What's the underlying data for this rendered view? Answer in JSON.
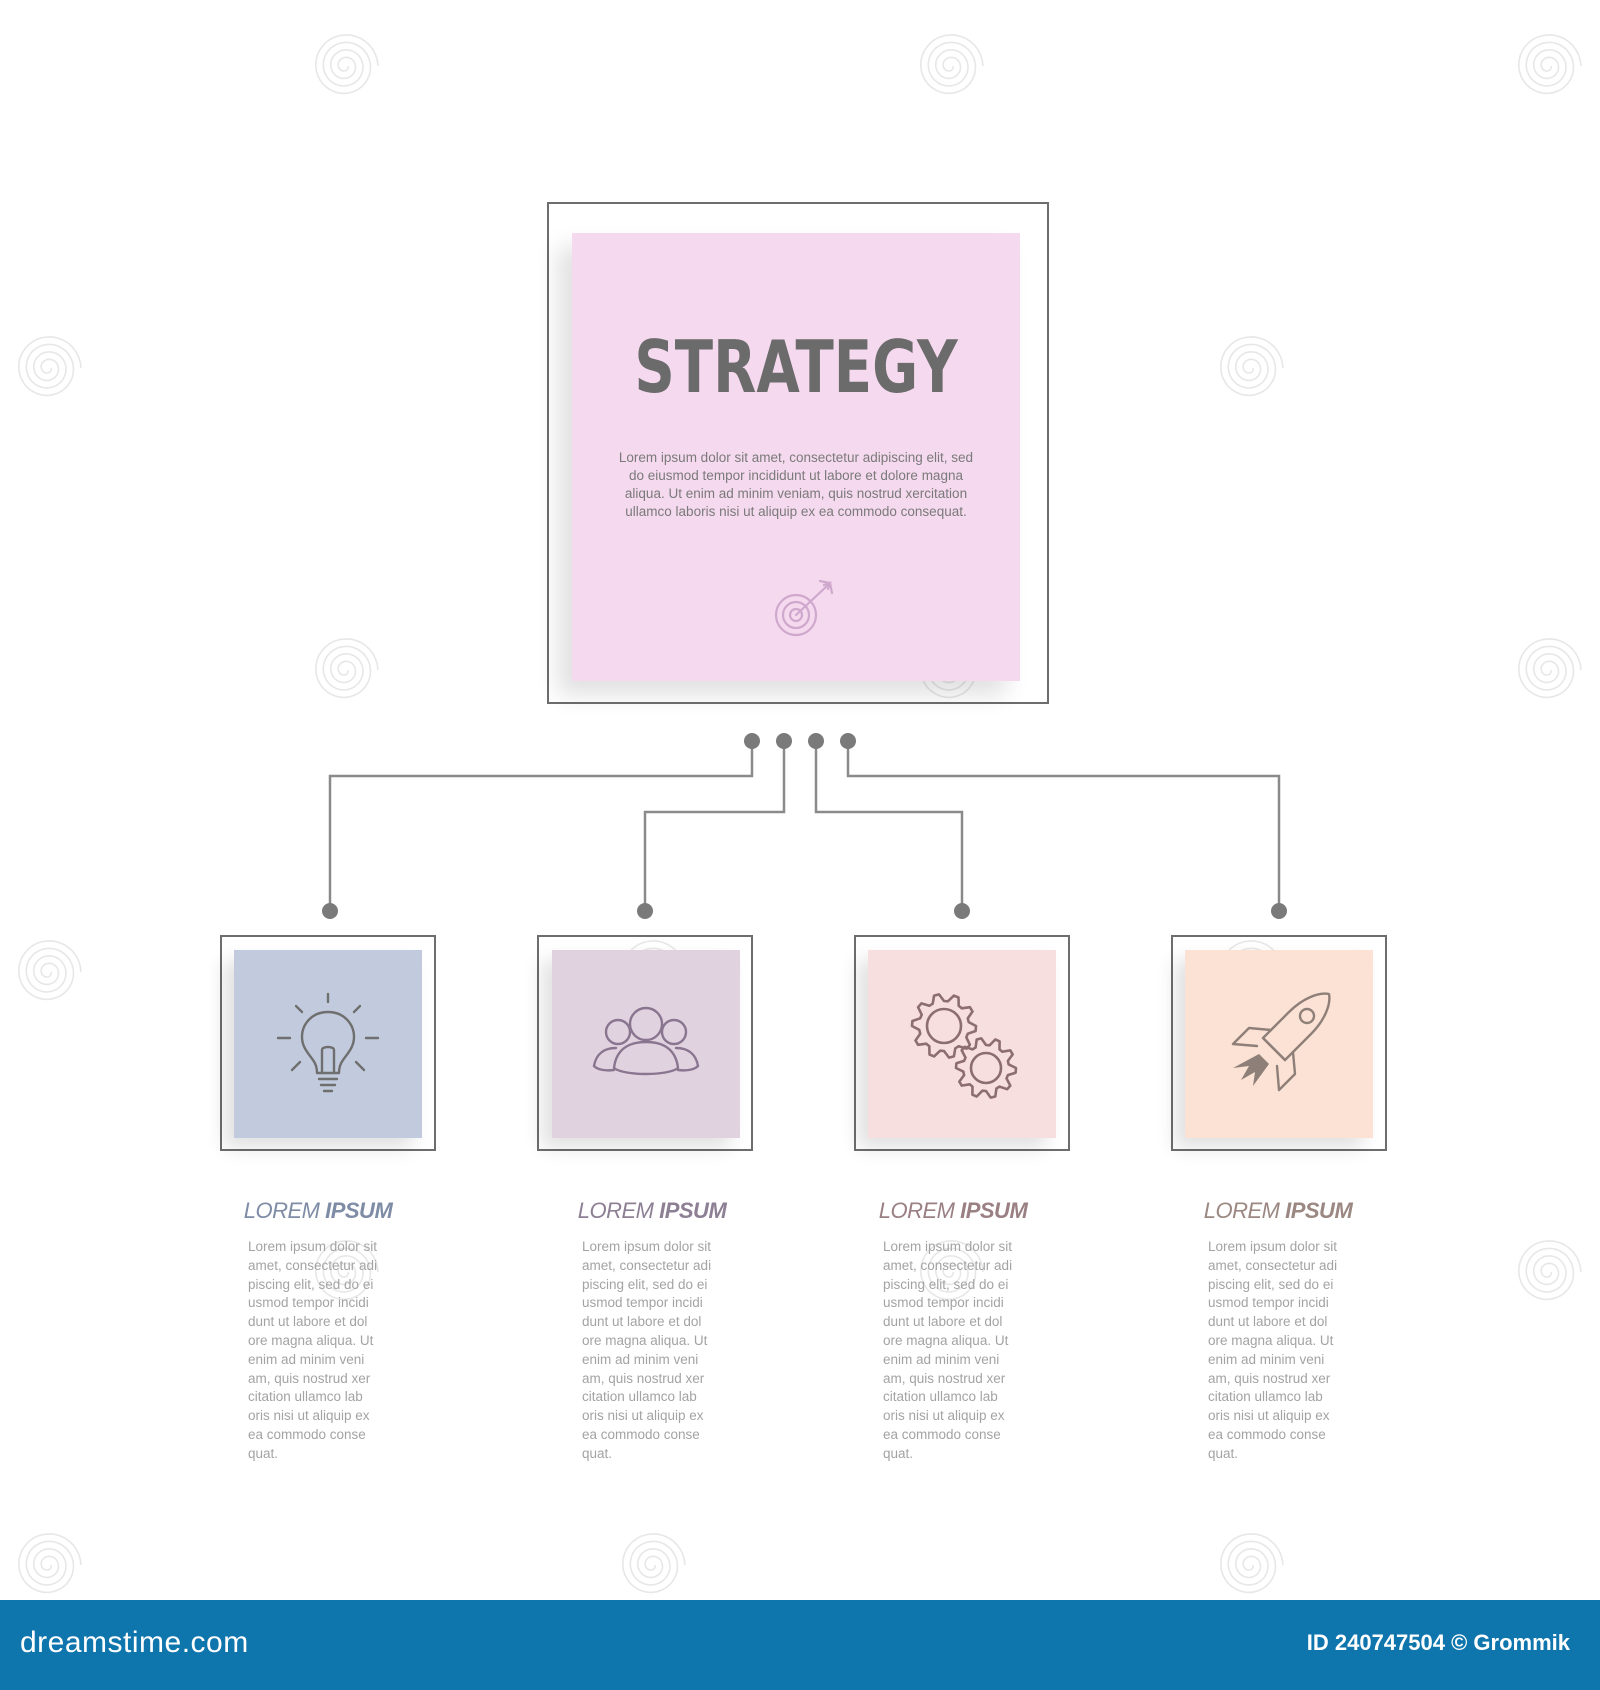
{
  "main": {
    "title": "STRATEGY",
    "body": "Lorem ipsum dolor sit amet, consectetur adipiscing elit, sed do eiusmod tempor incididunt ut labore et dolore magna aliqua. Ut enim ad minim veniam, quis nostrud xercitation ullamco laboris nisi ut aliquip ex ea commodo consequat.",
    "icon": "target-icon",
    "color": "#f5d9ee"
  },
  "items": [
    {
      "icon": "lightbulb-icon",
      "title_1": "LOREM",
      "title_2": "IPSUM",
      "title_color": "#7f8ca6",
      "note_color": "#c2cbdd",
      "text": "Lorem ipsum dolor sit\namet, consectetur adi\npiscing elit, sed do ei\nusmod tempor incidi\ndunt ut labore et dol\nore magna aliqua. Ut\nenim ad minim veni\nam, quis nostrud xer\ncitation ullamco lab\noris nisi ut aliquip ex\nea commodo conse\nquat."
    },
    {
      "icon": "team-icon",
      "title_1": "LOREM",
      "title_2": "IPSUM",
      "title_color": "#8d7f94",
      "note_color": "#e0d3df",
      "text": "Lorem ipsum dolor sit\namet, consectetur adi\npiscing elit, sed do ei\nusmod tempor incidi\ndunt ut labore et dol\nore magna aliqua. Ut\nenim ad minim veni\nam, quis nostrud xer\ncitation ullamco lab\noris nisi ut aliquip ex\nea commodo conse\nquat."
    },
    {
      "icon": "gears-icon",
      "title_1": "LOREM",
      "title_2": "IPSUM",
      "title_color": "#9a7f83",
      "note_color": "#f7dfe0",
      "text": "Lorem ipsum dolor sit\namet, consectetur adi\npiscing elit, sed do ei\nusmod tempor incidi\ndunt ut labore et dol\nore magna aliqua. Ut\nenim ad minim veni\nam, quis nostrud xer\ncitation ullamco lab\noris nisi ut aliquip ex\nea commodo conse\nquat."
    },
    {
      "icon": "rocket-icon",
      "title_1": "LOREM",
      "title_2": "IPSUM",
      "title_color": "#9c8882",
      "note_color": "#fbe2d5",
      "text": "Lorem ipsum dolor sit\namet, consectetur adi\npiscing elit, sed do ei\nusmod tempor incidi\ndunt ut labore et dol\nore magna aliqua. Ut\nenim ad minim veni\nam, quis nostrud xer\ncitation ullamco lab\noris nisi ut aliquip ex\nea commodo conse\nquat."
    }
  ],
  "footer": {
    "brand": "dreamstime.com",
    "id_text": "ID 240747504 © Grommik",
    "color": "#0f75ad"
  },
  "colors": {
    "line": "#6d6d6d",
    "connector": "#8a8a8a"
  }
}
